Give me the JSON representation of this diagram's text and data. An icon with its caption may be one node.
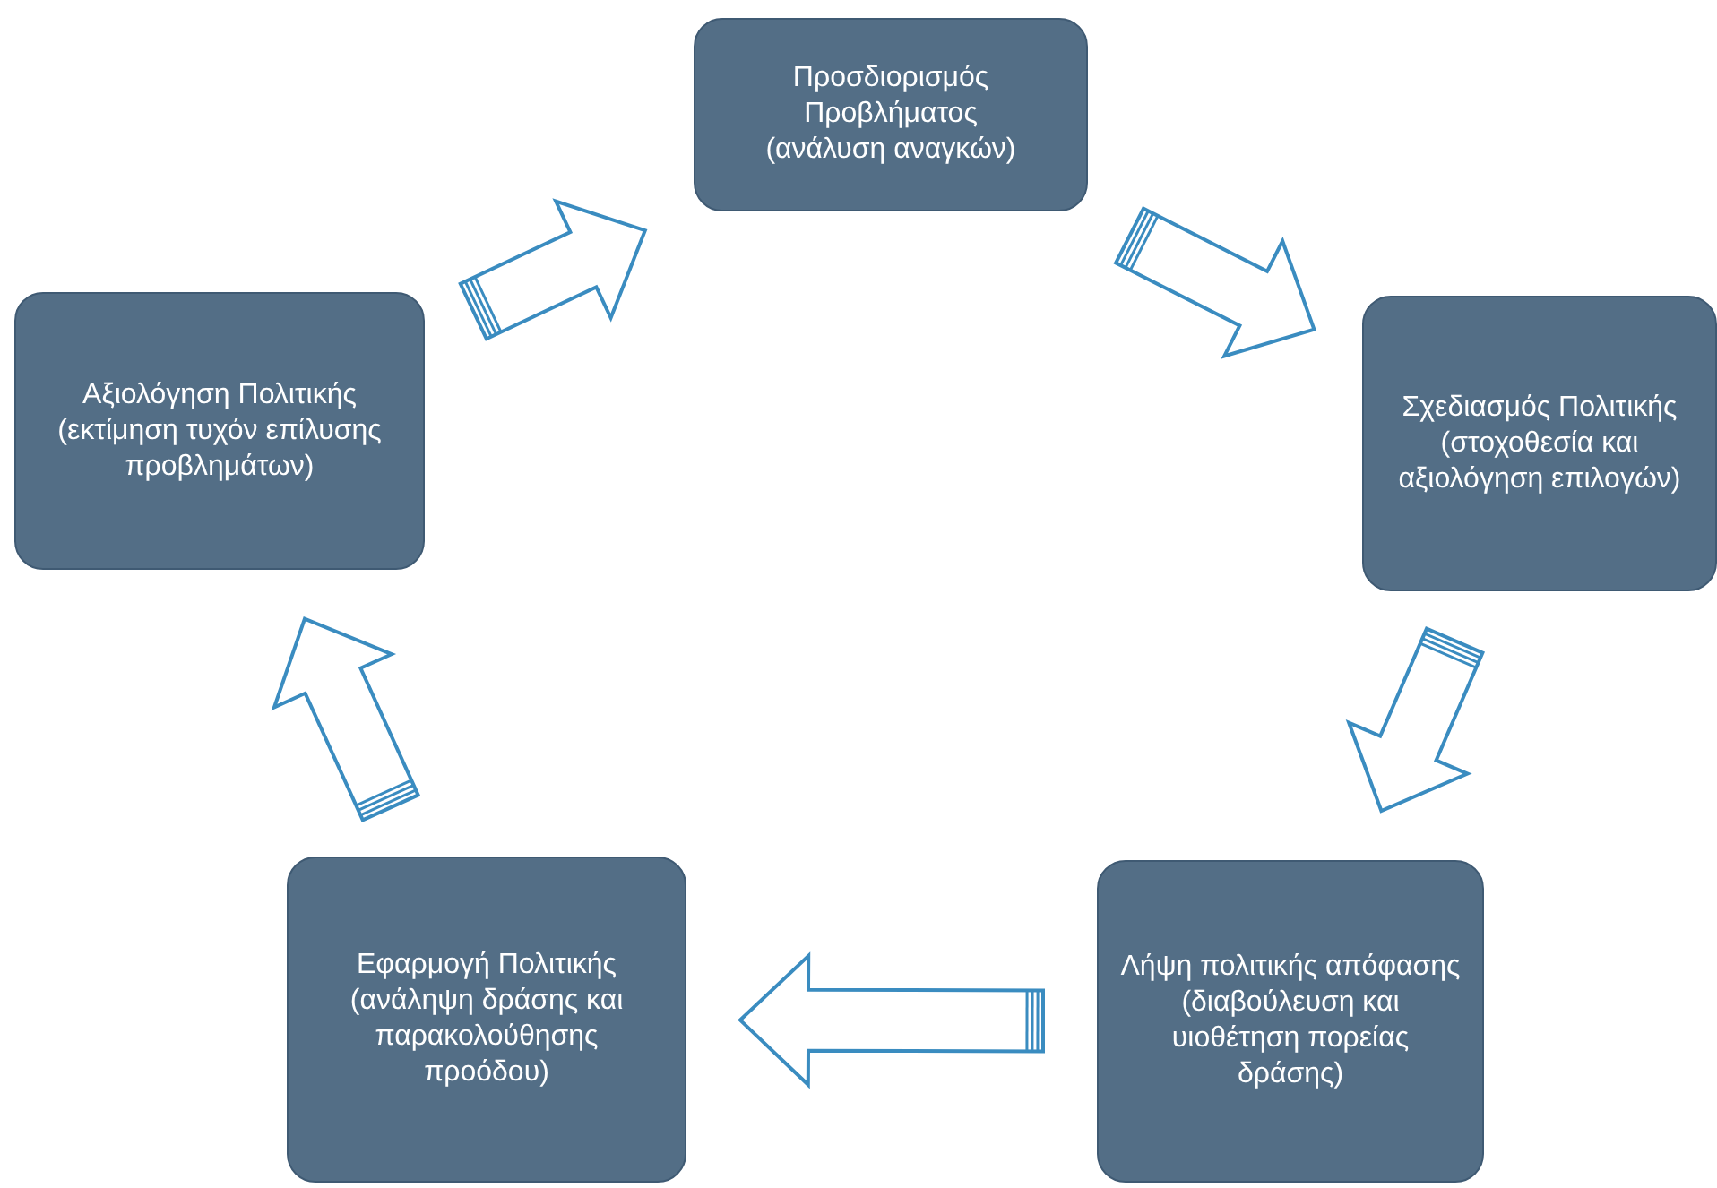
{
  "diagram": {
    "nodes": [
      {
        "text": [
          "Προσδιορισμός Προβλήματος",
          "(ανάλυση αναγκών)"
        ]
      },
      {
        "text": [
          "Σχεδιασμός Πολιτικής",
          "(στοχοθεσία και αξιολόγηση επιλογών)"
        ]
      },
      {
        "text": [
          "Λήψη πολιτικής απόφασης",
          "(διαβούλευση και υιοθέτηση πορείας δράσης)"
        ]
      },
      {
        "text": [
          "Εφαρμογή Πολιτικής",
          "(ανάληψη δράσης και παρακολούθησης προόδου)"
        ]
      },
      {
        "text": [
          "Αξιολόγηση Πολιτικής",
          "(εκτίμηση τυχόν επίλυσης προβλημάτων)"
        ]
      }
    ],
    "edges": [
      {
        "from": 0,
        "to": 1,
        "arrow": "to"
      },
      {
        "from": 1,
        "to": 2,
        "arrow": "to"
      },
      {
        "from": 2,
        "to": 3,
        "arrow": "to"
      },
      {
        "from": 3,
        "to": 4,
        "arrow": "to"
      },
      {
        "from": 4,
        "to": 0,
        "arrow": "to"
      }
    ]
  }
}
